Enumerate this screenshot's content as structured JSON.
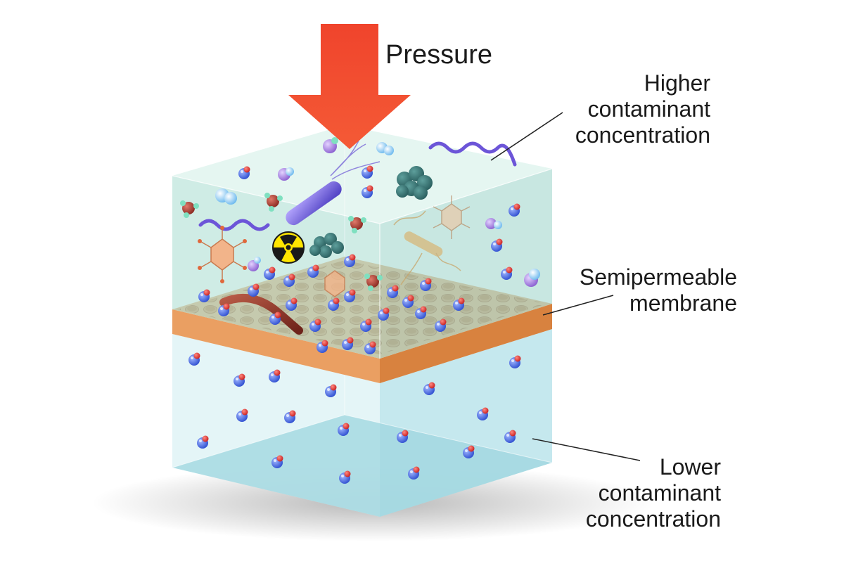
{
  "labels": {
    "pressure": "Pressure",
    "higher": [
      "Higher",
      "contaminant",
      "concentration"
    ],
    "membrane": [
      "Semipermeable",
      "membrane"
    ],
    "lower": [
      "Lower",
      "contaminant",
      "concentration"
    ]
  },
  "icons": {
    "pressure_arrow": "arrow-down-icon",
    "radiation": "radiation-icon",
    "bacteria": "bacteria-icon",
    "virus": "virus-icon",
    "water_molecule": "water-molecule-icon"
  },
  "colors": {
    "arrow": "#f0442c",
    "top_water": "#a9dcd2",
    "bottom_water": "#c8ecf0",
    "membrane": "#e9a46a",
    "membrane_side": "#d9823f"
  }
}
